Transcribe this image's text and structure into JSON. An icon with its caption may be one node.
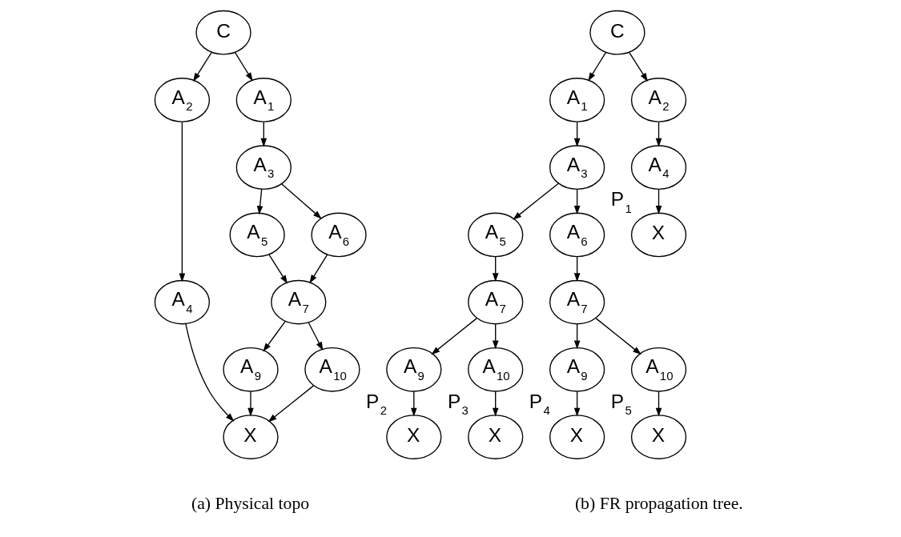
{
  "diagram": {
    "nodes": [
      {
        "text": [
          "C"
        ]
      },
      {
        "text": [
          "A$_{2}$"
        ]
      },
      {
        "text": [
          "A$_{1}$"
        ]
      },
      {
        "text": [
          "A$_{3}$"
        ]
      },
      {
        "text": [
          "A$_{5}$"
        ]
      },
      {
        "text": [
          "A$_{6}$"
        ]
      },
      {
        "text": [
          "A$_{4}$"
        ]
      },
      {
        "text": [
          "A$_{7}$"
        ]
      },
      {
        "text": [
          "A$_{9}$"
        ]
      },
      {
        "text": [
          "A$_{10}$"
        ]
      },
      {
        "text": [
          "X"
        ]
      },
      {
        "text": [
          "C"
        ]
      },
      {
        "text": [
          "A$_{1}$"
        ]
      },
      {
        "text": [
          "A$_{2}$"
        ]
      },
      {
        "text": [
          "A$_{3}$"
        ]
      },
      {
        "text": [
          "A$_{4}$"
        ]
      },
      {
        "text": [
          "A$_{5}$"
        ]
      },
      {
        "text": [
          "A$_{6}$"
        ]
      },
      {
        "text": [
          "X"
        ],
        "beside": [
          "P$_{1}$"
        ]
      },
      {
        "text": [
          "A$_{7}$"
        ]
      },
      {
        "text": [
          "A$_{7}$"
        ]
      },
      {
        "text": [
          "A$_{9}$"
        ]
      },
      {
        "text": [
          "A$_{10}$"
        ]
      },
      {
        "text": [
          "A$_{9}$"
        ]
      },
      {
        "text": [
          "A$_{10}$"
        ]
      },
      {
        "text": [
          "X"
        ],
        "beside": [
          "P$_{2}$"
        ]
      },
      {
        "text": [
          "X"
        ],
        "beside": [
          "P$_{3}$"
        ]
      },
      {
        "text": [
          "X"
        ],
        "beside": [
          "P$_{4}$"
        ]
      },
      {
        "text": [
          "X"
        ],
        "beside": [
          "P$_{5}$"
        ]
      }
    ],
    "edges": [
      {
        "from": 0,
        "to": 1,
        "arrow": "to"
      },
      {
        "from": 0,
        "to": 2,
        "arrow": "to"
      },
      {
        "from": 2,
        "to": 3,
        "arrow": "to"
      },
      {
        "from": 3,
        "to": 4,
        "arrow": "to"
      },
      {
        "from": 3,
        "to": 5,
        "arrow": "to"
      },
      {
        "from": 1,
        "to": 6,
        "arrow": "to"
      },
      {
        "from": 4,
        "to": 7,
        "arrow": "to"
      },
      {
        "from": 5,
        "to": 7,
        "arrow": "to"
      },
      {
        "from": 7,
        "to": 8,
        "arrow": "to"
      },
      {
        "from": 7,
        "to": 9,
        "arrow": "to"
      },
      {
        "from": 6,
        "to": 10,
        "arrow": "to"
      },
      {
        "from": 8,
        "to": 10,
        "arrow": "to"
      },
      {
        "from": 9,
        "to": 10,
        "arrow": "to"
      },
      {
        "from": 11,
        "to": 12,
        "arrow": "to"
      },
      {
        "from": 11,
        "to": 13,
        "arrow": "to"
      },
      {
        "from": 12,
        "to": 14,
        "arrow": "to"
      },
      {
        "from": 13,
        "to": 15,
        "arrow": "to"
      },
      {
        "from": 14,
        "to": 16,
        "arrow": "to"
      },
      {
        "from": 14,
        "to": 17,
        "arrow": "to"
      },
      {
        "from": 15,
        "to": 18,
        "arrow": "to"
      },
      {
        "from": 16,
        "to": 19,
        "arrow": "to"
      },
      {
        "from": 17,
        "to": 20,
        "arrow": "to"
      },
      {
        "from": 19,
        "to": 21,
        "arrow": "to"
      },
      {
        "from": 19,
        "to": 22,
        "arrow": "to"
      },
      {
        "from": 20,
        "to": 23,
        "arrow": "to"
      },
      {
        "from": 20,
        "to": 24,
        "arrow": "to"
      },
      {
        "from": 21,
        "to": 25,
        "arrow": "to"
      },
      {
        "from": 22,
        "to": 26,
        "arrow": "to"
      },
      {
        "from": 23,
        "to": 27,
        "arrow": "to"
      },
      {
        "from": 24,
        "to": 28,
        "arrow": "to"
      }
    ],
    "labels": [
      "(a) Physical topo",
      "(b) FR propagation tree."
    ]
  }
}
